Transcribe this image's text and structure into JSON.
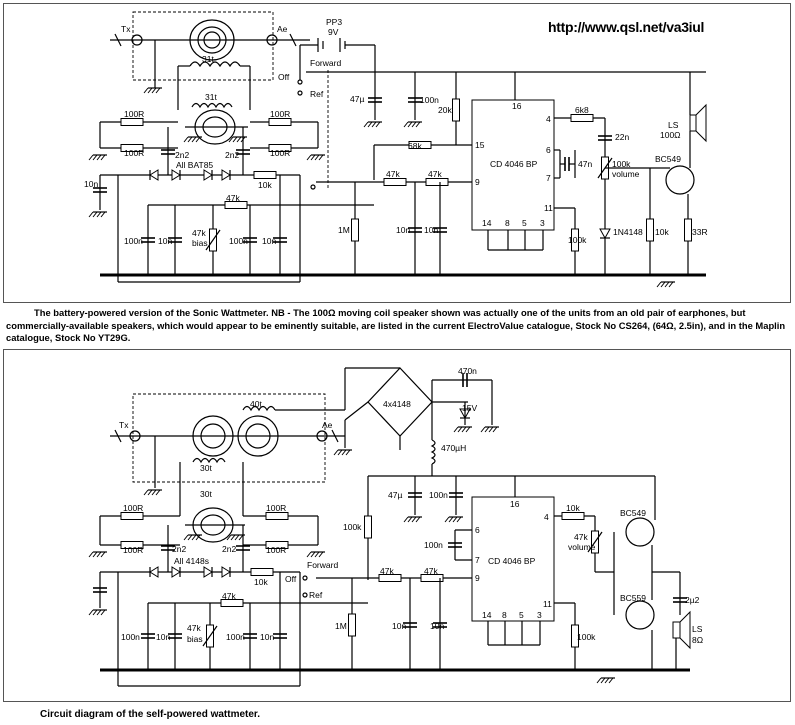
{
  "url": "http://www.qsl.net/va3iul",
  "caption1": "The battery-powered version of the Sonic Wattmeter. NB - The 100Ω moving coil speaker shown was actually one of the units from an old pair of earphones, but commercially-available speakers, which would appear to be eminently suitable, are listed in the current ElectroValue catalogue, Stock No CS264, (64Ω, 2.5in), and in the Maplin catalogue, Stock No YT29G.",
  "caption2": "Circuit diagram of the self-powered wattmeter.",
  "c1": {
    "tx": "Tx",
    "ae": "Ae",
    "t31a": "31t",
    "t31b": "31t",
    "pp3": "PP3",
    "v9": "9V",
    "off": "Off",
    "forward": "Forward",
    "ref": "Ref",
    "c47u": "47µ",
    "c100n": "100n",
    "r20k": "20k",
    "r100r_1": "100R",
    "r100r_2": "100R",
    "r100r_3": "100R",
    "r100r_4": "100R",
    "c2n2_1": "2n2",
    "c2n2_2": "2n2",
    "bat85": "All BAT85",
    "c10n_in": "10n",
    "r10k": "10k",
    "r47k_a": "47k",
    "r68k": "68k",
    "r47k_b": "47k",
    "r47k_c": "47k",
    "c100n_a": "100n",
    "c10n_a": "10n",
    "pot_val": "47k",
    "pot_name": "bias",
    "c100n_b": "100n",
    "c10n_b": "10n",
    "r1m": "1M",
    "c10n_c": "10n",
    "c10n_d": "10n",
    "ic": "CD 4046 BP",
    "p16": "16",
    "p15": "15",
    "p9": "9",
    "p4": "4",
    "p6": "6",
    "p7": "7",
    "p11": "11",
    "p14": "14",
    "p8": "8",
    "p5": "5",
    "p3": "3",
    "r6k8": "6k8",
    "c22n": "22n",
    "c47n": "47n",
    "vol_val": "100k",
    "vol_name": "volume",
    "ls": "LS",
    "ls_ohm": "100Ω",
    "q1": "BC549",
    "r100k": "100k",
    "d1n4148": "1N4148",
    "r10k_b": "10k",
    "r33r": "33R"
  },
  "c2": {
    "tx": "Tx",
    "ae": "Ae",
    "t40": "40t",
    "t30a": "30t",
    "t30b": "30t",
    "bridge": "4x4148",
    "c470n": "470n",
    "z15v": "15V",
    "l470u": "470µH",
    "c47u": "47µ",
    "c100n": "100n",
    "r100k_top": "100k",
    "r100r_1": "100R",
    "r100r_2": "100R",
    "r100r_3": "100R",
    "r100r_4": "100R",
    "c2n2_1": "2n2",
    "c2n2_2": "2n2",
    "all4148": "All 4148s",
    "r10k": "10k",
    "off": "Off",
    "forward": "Forward",
    "ref": "Ref",
    "r47k_a": "47k",
    "c100n_a": "100n",
    "c10n_a": "10n",
    "pot_val": "47k",
    "pot_name": "bias",
    "c100n_b": "100n",
    "c10n_b": "10n",
    "r1m": "1M",
    "r47k_b": "47k",
    "r47k_c": "47k",
    "c10n_c": "10n",
    "c10n_d": "10n",
    "ic": "CD 4046 BP",
    "p16": "16",
    "p6": "6",
    "p7": "7",
    "p9": "9",
    "p4": "4",
    "p11": "11",
    "p14": "14",
    "p8": "8",
    "p5": "5",
    "p3": "3",
    "c100n_ic": "100n",
    "r10k_b": "10k",
    "vol_val": "47k",
    "vol_name": "volume",
    "q1": "BC549",
    "q2": "BC559",
    "c2u2": "2µ2",
    "r100k_b": "100k",
    "ls": "LS",
    "ls_ohm": "8Ω"
  }
}
